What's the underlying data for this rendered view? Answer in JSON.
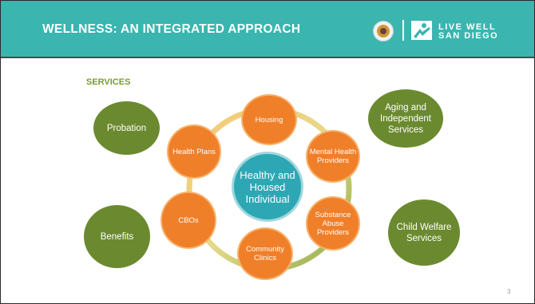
{
  "header": {
    "title": "WELLNESS:  AN INTEGRATED APPROACH",
    "logo_line1": "LIVE WELL",
    "logo_line2": "SAN DIEGO"
  },
  "section_label": "SERVICES",
  "center": "Healthy and Housed Individual",
  "ring_services": [
    "Housing",
    "Mental Health Providers",
    "Substance Abuse Providers",
    "Community Clinics",
    "CBOs",
    "Health Plans"
  ],
  "outer_services": [
    "Probation",
    "Aging and Independent Services",
    "Benefits",
    "Child Welfare Services"
  ],
  "page_number": "3",
  "colors": {
    "header": "#3ab5b0",
    "ring_node": "#f07f29",
    "outer_node": "#6b8a2f",
    "center": "#2ea7b4",
    "section_label": "#7a9a2e"
  }
}
